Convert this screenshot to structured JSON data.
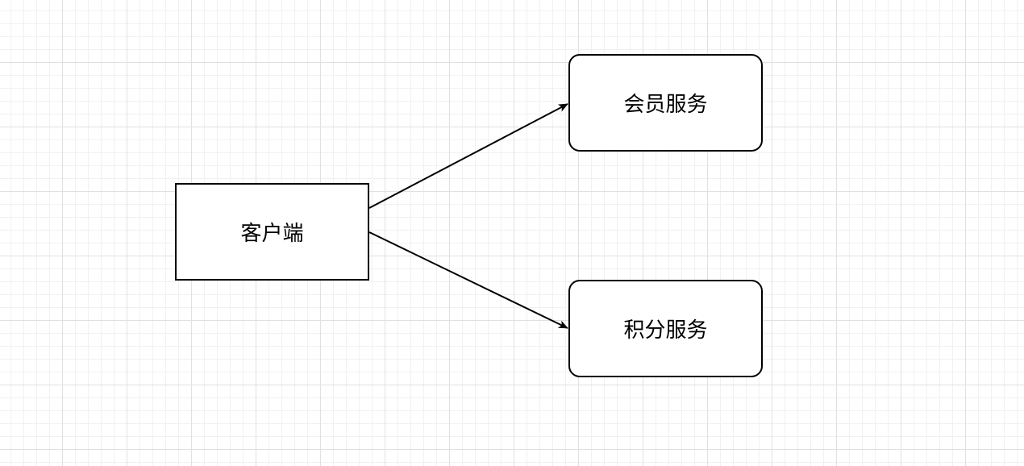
{
  "diagram": {
    "nodes": {
      "client": {
        "label": "客户端",
        "shape": "rectangle"
      },
      "member_service": {
        "label": "会员服务",
        "shape": "rounded-rectangle"
      },
      "points_service": {
        "label": "积分服务",
        "shape": "rounded-rectangle"
      }
    },
    "edges": [
      {
        "from": "client",
        "to": "member_service",
        "arrow": "end"
      },
      {
        "from": "client",
        "to": "points_service",
        "arrow": "end"
      }
    ],
    "colors": {
      "stroke": "#000000",
      "node_fill": "#ffffff",
      "grid_major": "#e1e1e1",
      "grid_minor": "#f1f1f1"
    }
  }
}
